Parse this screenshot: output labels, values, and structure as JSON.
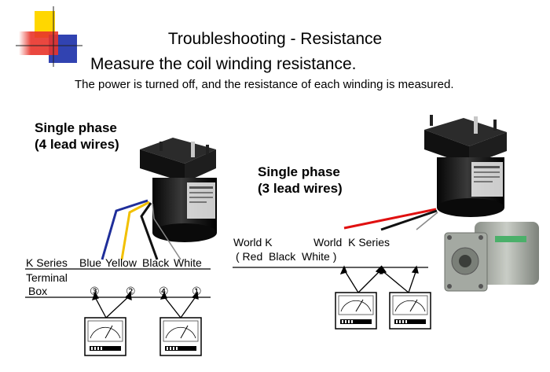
{
  "slide": {
    "title": "Troubleshooting - Resistance",
    "subtitle": "Measure the coil winding resistance.",
    "note": "The power is turned off, and the resistance of each winding is measured."
  },
  "left": {
    "heading_line1": "Single phase",
    "heading_line2": "(4 lead wires)",
    "series_label": "K Series",
    "wires": [
      "Blue",
      "Yellow",
      "Black",
      "White"
    ],
    "terminal_label": "Terminal",
    "box_label": "Box",
    "terminals": [
      "③",
      "②",
      "④",
      "①"
    ]
  },
  "right": {
    "heading_line1": "Single phase",
    "heading_line2": "(3 lead wires)",
    "world_k_label": "World K",
    "world_k_series_label": "World  K Series",
    "wire_colors_label": "( Red  Black  White )"
  },
  "colors": {
    "blue_wire": "#1f2e9a",
    "yellow_wire": "#f2c000",
    "black_wire": "#111111",
    "red_wire": "#e01010",
    "logo_red": "#e8332a",
    "logo_yellow": "#ffd700",
    "logo_blue": "#1b2fa8"
  },
  "icons": [
    "ohmmeter-icon",
    "gear-motor-icon",
    "slide-logo-squares"
  ]
}
